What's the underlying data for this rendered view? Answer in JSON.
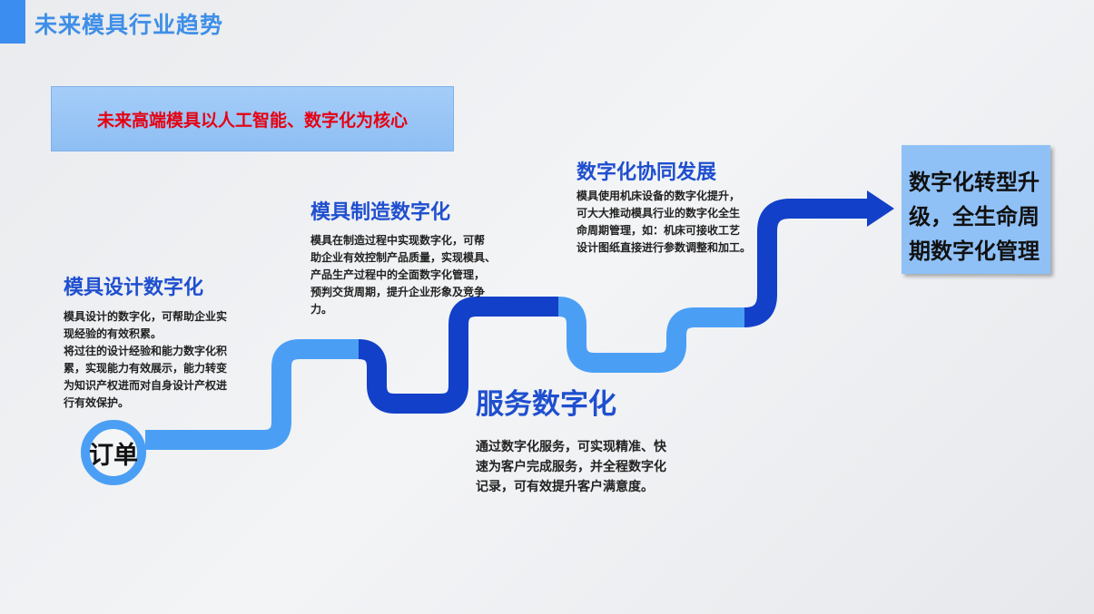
{
  "header": {
    "title": "未来模具行业趋势"
  },
  "core_box": {
    "text": "未来高端模具以人工智能、数字化为核心"
  },
  "goal_box": {
    "lines": [
      "数字化转型升",
      "级，全生命周",
      "期数字化管理"
    ]
  },
  "start_node": {
    "label": "订单"
  },
  "steps": [
    {
      "title": "模具设计数字化",
      "body": [
        "模具设计的数字化，可帮助企业实",
        "现经验的有效积累。",
        "将过往的设计经验和能力数字化积",
        "累，实现能力有效展示，能力转变",
        "为知识产权进而对自身设计产权进",
        "行有效保护。"
      ]
    },
    {
      "title": "模具制造数字化",
      "body": [
        "模具在制造过程中实现数字化，可帮",
        "助企业有效控制产品质量，实现模具、",
        "产品生产过程中的全面数字化管理，",
        "预判交货周期，提升企业形象及竞争",
        "力。"
      ]
    },
    {
      "title": "服务数字化",
      "body": [
        "通过数字化服务，可实现精准、快",
        "速为客户完成服务，并全程数字化",
        "记录，可有效提升客户满意度。"
      ]
    },
    {
      "title": "数字化协同发展",
      "body": [
        "模具使用机床设备的数字化提升，",
        "可大大推动模具行业的数字化全生",
        "命周期管理，如：机床可接收工艺",
        "设计图纸直接进行参数调整和加工。"
      ]
    }
  ],
  "colors": {
    "light_path": "#4a9ff5",
    "dark_path": "#1240c8",
    "heading": "#1f4fcf",
    "core_text": "#e60012",
    "title": "#3f8fe8"
  }
}
